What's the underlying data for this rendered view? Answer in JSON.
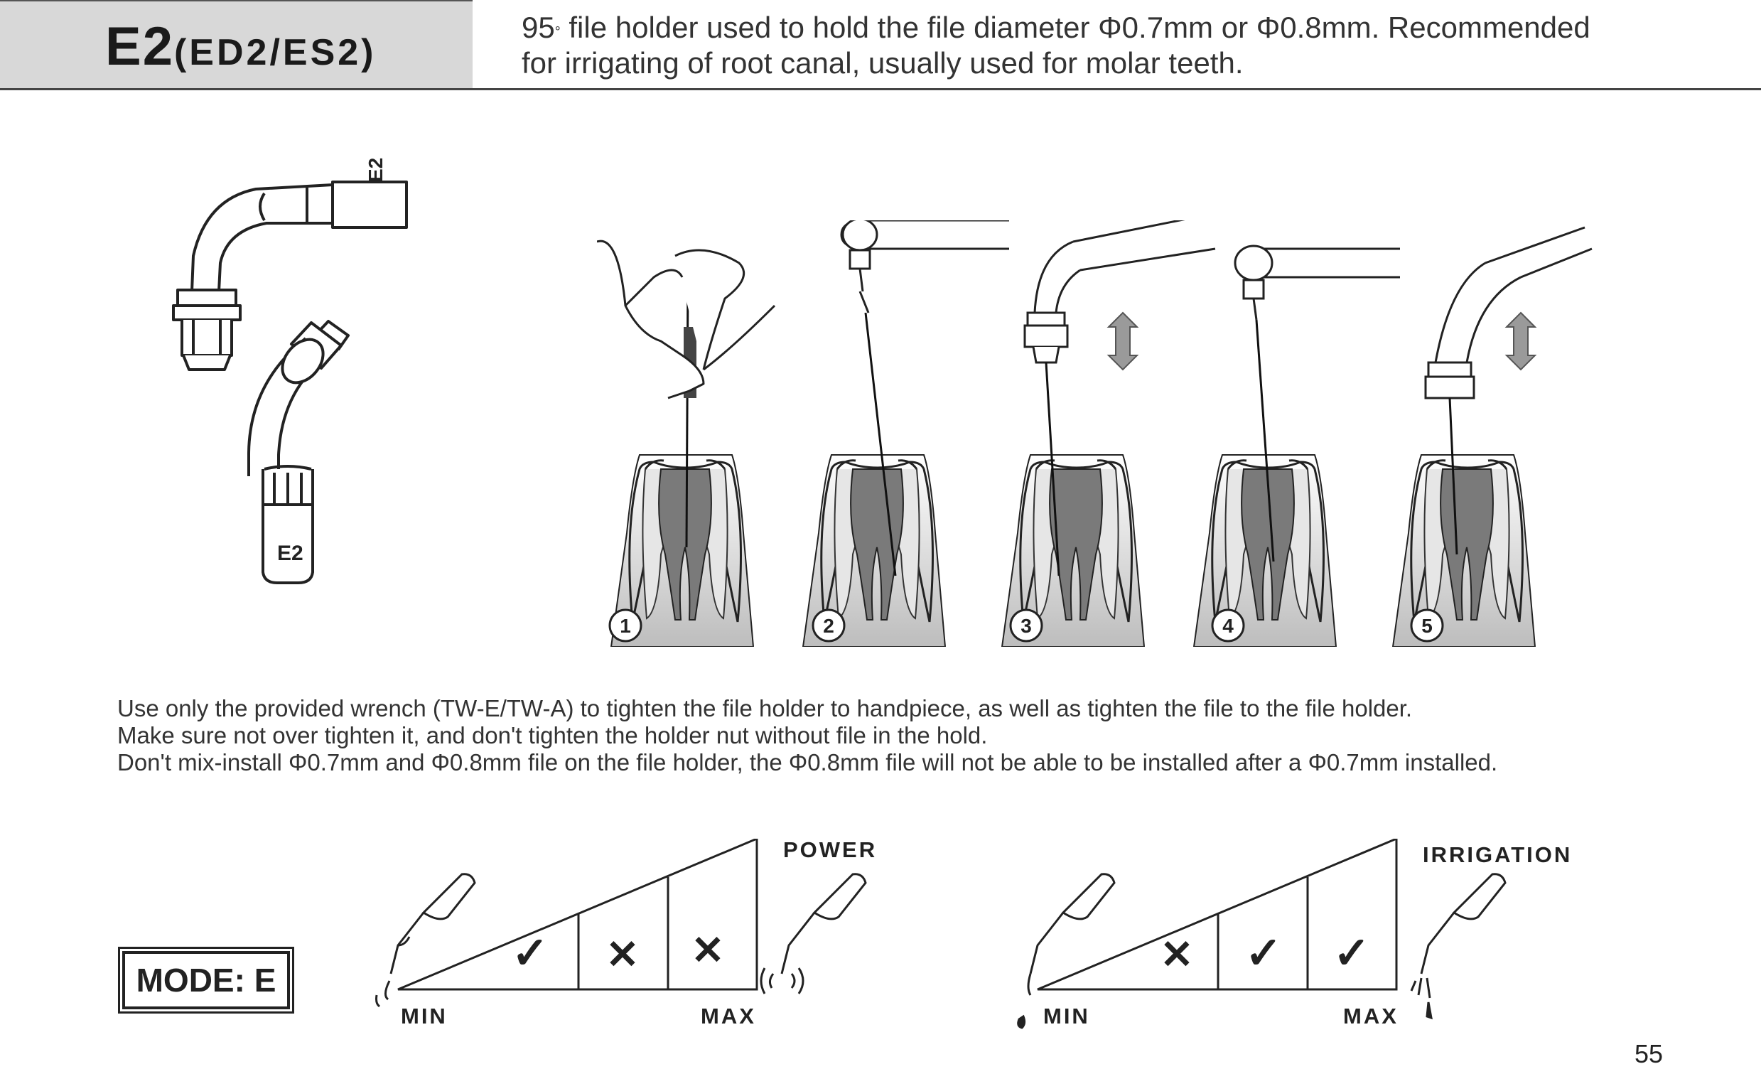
{
  "header": {
    "model": "E2",
    "variants": "(ED2/ES2)",
    "angle": "95",
    "degree_symbol": "°",
    "description_line1": "file holder used to hold the file diameter Φ0.7mm or Φ0.8mm. Recommended",
    "description_line2": "for irrigating of root canal, usually used for molar teeth."
  },
  "tip_labels": [
    "E2",
    "E2"
  ],
  "steps": [
    "1",
    "2",
    "3",
    "4",
    "5"
  ],
  "notes": [
    "Use only the provided wrench (TW-E/TW-A) to tighten the file holder to handpiece, as well as tighten the file to the file holder.",
    "Make sure not over tighten it, and don't tighten the holder nut without file in the hold.",
    "Don't mix-install Φ0.7mm and Φ0.8mm file on the file holder, the Φ0.8mm file will not be able to be installed after a Φ0.7mm installed."
  ],
  "mode": "MODE: E",
  "power": {
    "title": "POWER",
    "min": "MIN",
    "max": "MAX",
    "levels": [
      "check",
      "cross",
      "cross"
    ]
  },
  "irrigation": {
    "title": "IRRIGATION",
    "min": "MIN",
    "max": "MAX",
    "levels": [
      "cross",
      "check",
      "check"
    ]
  },
  "page_number": "55"
}
